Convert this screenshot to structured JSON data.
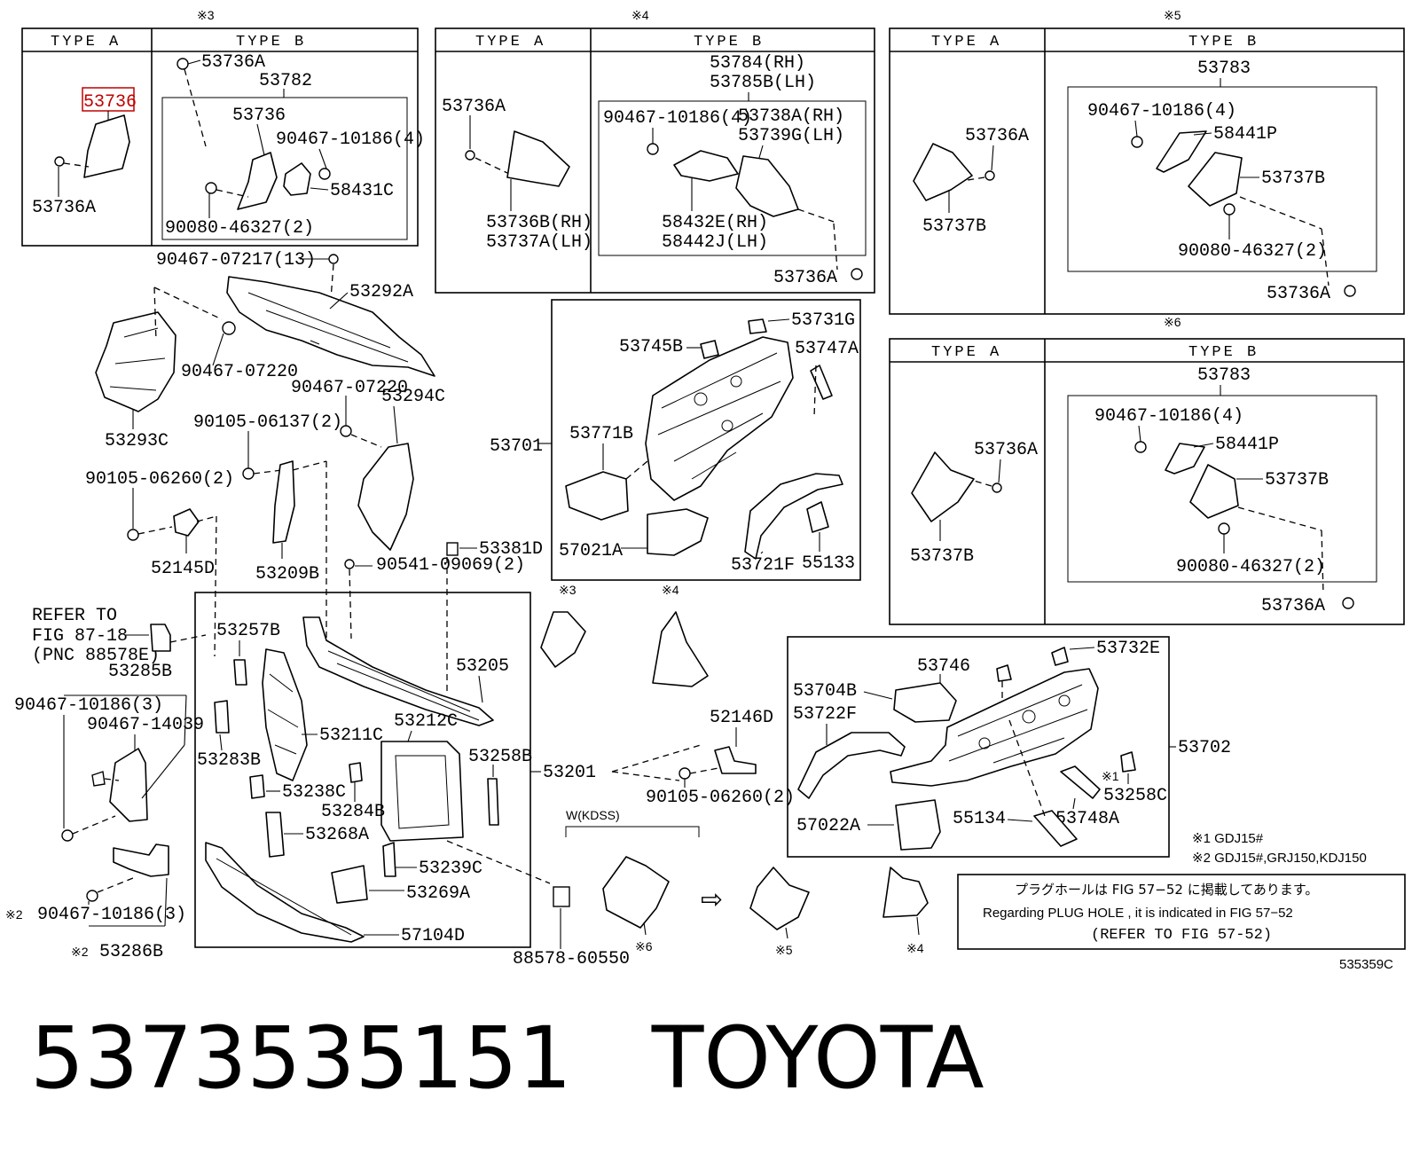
{
  "figure_code": "535359C",
  "headline": {
    "part_number": "5373535151",
    "brand": "TOYOTA"
  },
  "marks": {
    "m3": "※3",
    "m4": "※4",
    "m5": "※5",
    "m6": "※6",
    "m2": "※2",
    "m1": "※1"
  },
  "panels": {
    "p3": {
      "mark": "※3",
      "type_a": "TYPE A",
      "type_b": "TYPE B",
      "labels": {
        "highlight": "53736",
        "a_clip": "53736A",
        "b_clip": "53736A",
        "b_box": "53782",
        "b_panel": "53736",
        "b_screw": "90467-10186(4)",
        "b_brk": "58431C",
        "b_bolt": "90080-46327(2)"
      }
    },
    "p4": {
      "mark": "※4",
      "type_a": "TYPE A",
      "type_b": "TYPE B",
      "labels": {
        "a_clip": "53736A",
        "a_rh": "53736B(RH)",
        "a_lh": "53737A(LH)",
        "b_rh": "53784(RH)",
        "b_lh": "53785B(LH)",
        "b_screw": "90467-10186(4)",
        "b_s_rh": "53738A(RH)",
        "b_s_lh": "53739G(LH)",
        "b_k_rh": "58432E(RH)",
        "b_k_lh": "58442J(LH)",
        "b_clip": "53736A"
      }
    },
    "p5": {
      "mark": "※5",
      "type_a": "TYPE A",
      "type_b": "TYPE B",
      "labels": {
        "b_box": "53783",
        "b_screw": "90467-10186(4)",
        "b_brk": "58441P",
        "b_seal": "53737B",
        "b_bolt": "90080-46327(2)",
        "b_clip": "53736A",
        "a_clip": "53736A",
        "a_seal": "53737B"
      }
    },
    "p6": {
      "mark": "※6",
      "type_a": "TYPE A",
      "type_b": "TYPE B",
      "labels": {
        "b_box": "53783",
        "b_screw": "90467-10186(4)",
        "b_brk": "58441P",
        "b_seal": "53737B",
        "b_bolt": "90080-46327(2)",
        "b_clip": "53736A",
        "a_clip": "53736A",
        "a_seal": "53737B"
      }
    }
  },
  "labels": {
    "l_9046707217": "90467-07217(13)",
    "l_53292A": "53292A",
    "l_53293C": "53293C",
    "l_9046707220a": "90467-07220",
    "l_9046707220b": "90467-07220",
    "l_53294C": "53294C",
    "l_9010506137": "90105-06137(2)",
    "l_9010506260a": "90105-06260(2)",
    "l_52145D": "52145D",
    "l_53209B": "53209B",
    "l_53381D": "53381D",
    "l_9054109069": "90541-09069(2)",
    "l_refer1": "REFER TO",
    "l_refer2": "FIG 87-18",
    "l_refer3": "(PNC 88578E)",
    "l_53257B": "53257B",
    "l_53285B": "53285B",
    "l_9046710186c": "90467-10186(3)",
    "l_9046714039": "90467-14039",
    "l_53283B": "53283B",
    "l_53211C": "53211C",
    "l_53212C": "53212C",
    "l_53205": "53205",
    "l_53258B": "53258B",
    "l_53201": "53201",
    "l_53238C": "53238C",
    "l_53284B": "53284B",
    "l_53268A": "53268A",
    "l_53239C": "53239C",
    "l_53269A": "53269A",
    "l_57104D": "57104D",
    "l_9046710186d": "90467-10186(3)",
    "l_53286B": "53286B",
    "l_8857860550": "88578-60550",
    "l_53701": "53701",
    "l_53745B": "53745B",
    "l_53731G": "53731G",
    "l_53747A": "53747A",
    "l_53771B": "53771B",
    "l_57021A": "57021A",
    "l_53721F": "53721F",
    "l_55133": "55133",
    "l_52146D": "52146D",
    "l_9010506260b": "90105-06260(2)",
    "l_wkdss": "W(KDSS)",
    "l_53746": "53746",
    "l_53732E": "53732E",
    "l_53704B": "53704B",
    "l_53722F": "53722F",
    "l_53702": "53702",
    "l_53258C": "53258C",
    "l_57022A": "57022A",
    "l_55134": "55134",
    "l_53748A": "53748A"
  },
  "footnotes": {
    "n1": "※1 GDJ15#",
    "n2": "※2 GDJ15#,GRJ150,KDJ150"
  },
  "plug_note": {
    "jp": "プラグホールは FIG 57−52 に掲載してあります。",
    "en": "Regarding PLUG HOLE , it is indicated in FIG 57−52",
    "ref": "(REFER TO FIG 57-52)"
  },
  "arrow": "⇨"
}
